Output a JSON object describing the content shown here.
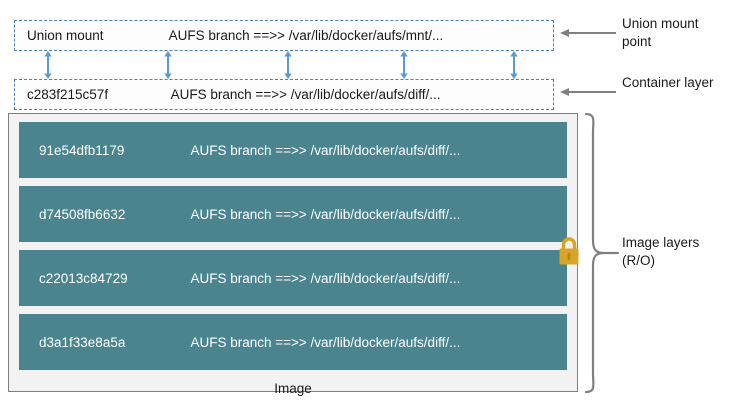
{
  "diagram": {
    "title": "Docker AUFS storage driver layer diagram",
    "colors": {
      "layer_fill": "#4a858f",
      "dashed_border": "#4e7fc4",
      "arrow_blue": "#5b9bd5",
      "callout_gray": "#808080",
      "lock_gold": "#d9a528",
      "container_bg": "#f2f2f2",
      "container_border": "#7f7f7f"
    },
    "union_mount": {
      "label": "Union mount",
      "branch": "AUFS branch ==>> /var/lib/docker/aufs/mnt/..."
    },
    "container_layer": {
      "label": "c283f215c57f",
      "branch": "AUFS branch ==>> /var/lib/docker/aufs/diff/..."
    },
    "image": {
      "caption": "Image",
      "layers": [
        {
          "id": "91e54dfb1179",
          "branch": "AUFS branch ==>> /var/lib/docker/aufs/diff/..."
        },
        {
          "id": "d74508fb6632",
          "branch": "AUFS branch ==>> /var/lib/docker/aufs/diff/..."
        },
        {
          "id": "c22013c84729",
          "branch": "AUFS branch ==>> /var/lib/docker/aufs/diff/..."
        },
        {
          "id": "d3a1f33e8a5a",
          "branch": "AUFS branch ==>> /var/lib/docker/aufs/diff/..."
        }
      ]
    },
    "callouts": {
      "union_mount": "Union mount point",
      "container_layer": "Container layer",
      "image_layers": "Image layers (R/O)"
    },
    "connector_arrows": {
      "count": 5,
      "x_positions": [
        48,
        168,
        288,
        404,
        514
      ],
      "direction": "bidirectional-vertical"
    },
    "lock_icon_name": "padlock-icon"
  }
}
